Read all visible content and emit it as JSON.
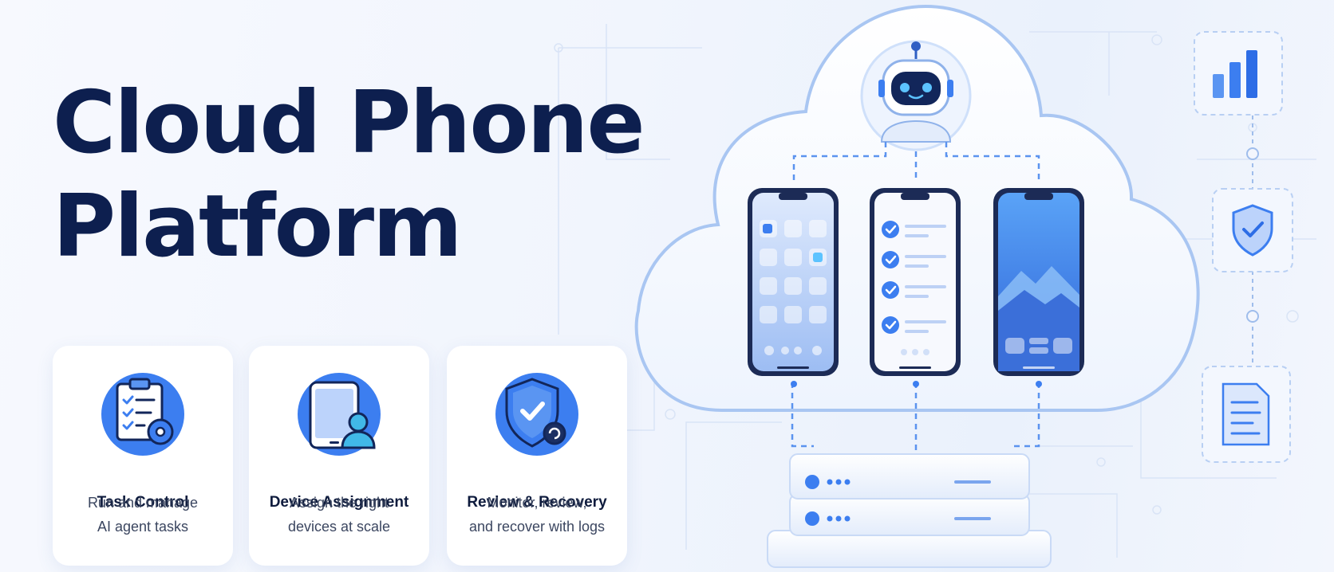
{
  "hero": {
    "title_line1": "Cloud Phone",
    "title_line2": "Platform"
  },
  "features": [
    {
      "title": "Task Control",
      "desc_line1": "Run and manage",
      "desc_line2": "AI agent tasks",
      "icon": "clipboard-gear-icon"
    },
    {
      "title": "Device Assignment",
      "desc_line1": "Assign the right",
      "desc_line2": "devices at scale",
      "icon": "device-user-icon"
    },
    {
      "title": "Review & Recovery",
      "desc_line1": "Monitor, review,",
      "desc_line2": "and recover with logs",
      "icon": "shield-check-icon"
    }
  ],
  "illustration": {
    "elements": [
      "cloud-icon",
      "robot-icon",
      "phone-app-grid-icon",
      "phone-checklist-icon",
      "phone-mountain-icon",
      "server-rack-icon",
      "bar-chart-icon",
      "shield-icon",
      "document-icon"
    ]
  },
  "colors": {
    "title": "#0d1f4f",
    "accent": "#3d7ff0",
    "accent_light": "#bcd3fb",
    "background": "#f1f5fd"
  }
}
